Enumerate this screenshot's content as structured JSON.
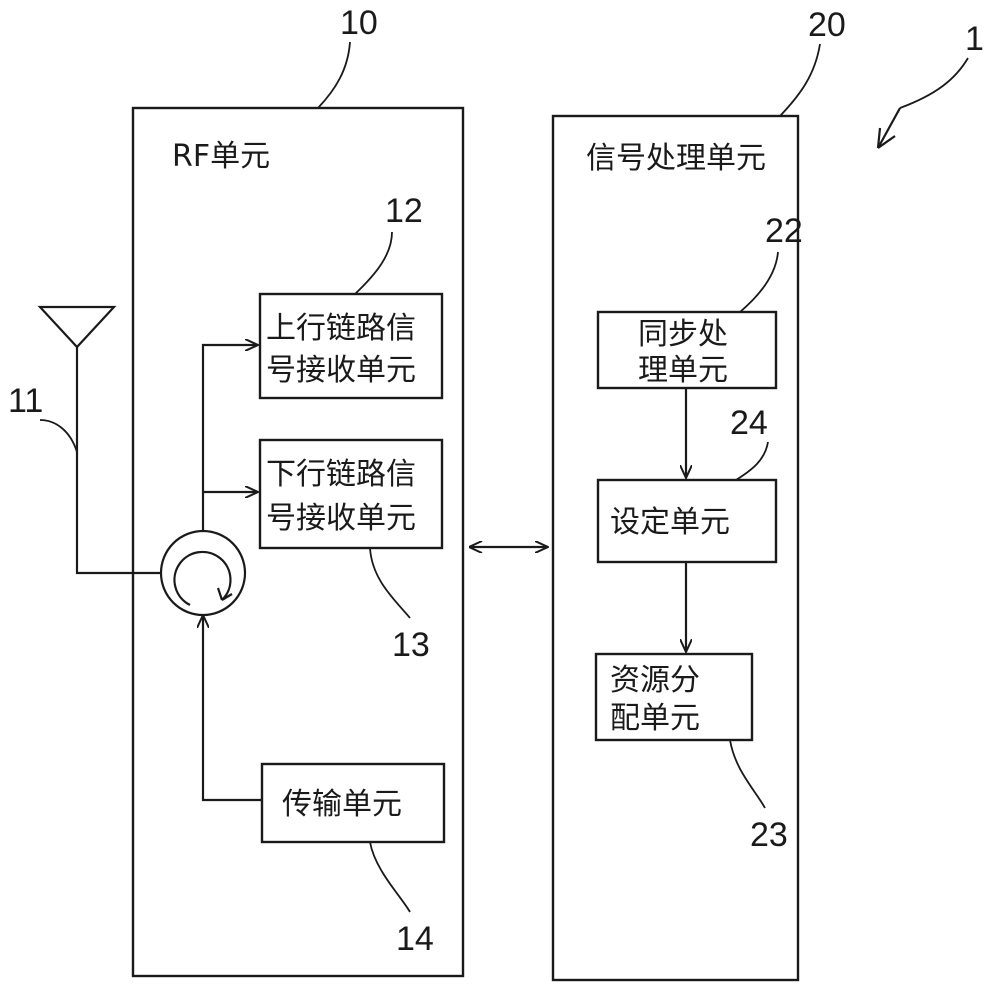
{
  "rf_unit": {
    "ref": "10",
    "title": "RF单元",
    "antenna_ref": "11",
    "uplink": {
      "ref": "12",
      "line1": "上行链路信",
      "line2": "号接收单元"
    },
    "downlink": {
      "ref": "13",
      "line1": "下行链路信",
      "line2": "号接收单元"
    },
    "transmit": {
      "ref": "14",
      "label": "传输单元"
    }
  },
  "signal_unit": {
    "ref": "20",
    "title": "信号处理单元",
    "sync": {
      "ref": "22",
      "line1": "同步处",
      "line2": "理单元"
    },
    "setting": {
      "ref": "24",
      "label": "设定单元"
    },
    "resource": {
      "ref": "23",
      "line1": "资源分",
      "line2": "配单元"
    }
  },
  "device_ref": "1"
}
